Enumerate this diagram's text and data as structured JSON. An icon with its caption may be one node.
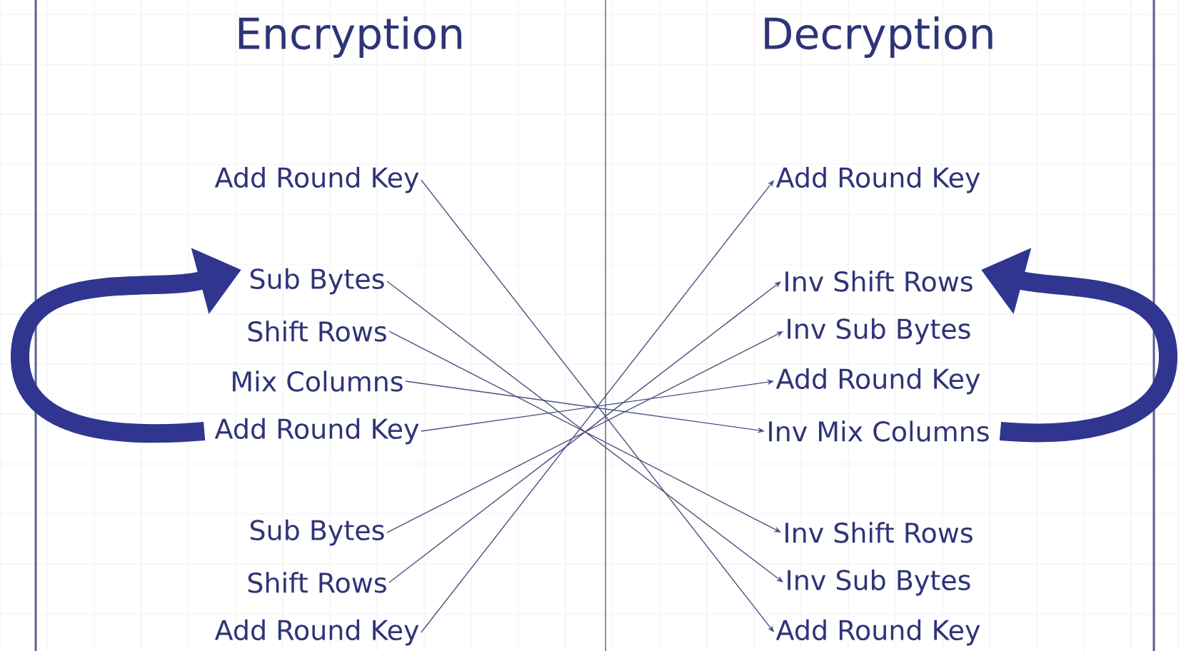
{
  "diagram": {
    "nodes": [
      {
        "text": [
          "Add Round Key"
        ]
      },
      {
        "text": [
          "Sub Bytes"
        ]
      },
      {
        "text": [
          "Shift Rows"
        ]
      },
      {
        "text": [
          "Mix Columns"
        ]
      },
      {
        "text": [
          "Add Round Key"
        ]
      },
      {
        "text": [
          "Sub Bytes"
        ]
      },
      {
        "text": [
          "Shift Rows"
        ]
      },
      {
        "text": [
          "Add Round Key"
        ]
      },
      {
        "text": [
          "Add Round Key"
        ]
      },
      {
        "text": [
          "Inv Shift Rows"
        ]
      },
      {
        "text": [
          "Inv Sub Bytes"
        ]
      },
      {
        "text": [
          "Add Round Key"
        ]
      },
      {
        "text": [
          "Inv Mix Columns"
        ]
      },
      {
        "text": [
          "Inv Shift Rows"
        ]
      },
      {
        "text": [
          "Inv Sub Bytes"
        ]
      },
      {
        "text": [
          "Add Round Key"
        ]
      }
    ],
    "edges": [
      {
        "from": 0,
        "to": 15,
        "arrow": "to"
      },
      {
        "from": 1,
        "to": 14,
        "arrow": "to"
      },
      {
        "from": 2,
        "to": 13,
        "arrow": "to"
      },
      {
        "from": 3,
        "to": 12,
        "arrow": "to"
      },
      {
        "from": 4,
        "to": 11,
        "arrow": "to"
      },
      {
        "from": 5,
        "to": 10,
        "arrow": "to"
      },
      {
        "from": 6,
        "to": 9,
        "arrow": "to"
      },
      {
        "from": 7,
        "to": 8,
        "arrow": "to"
      },
      {
        "from": 4,
        "to": 1,
        "arrow": "to",
        "style": "thick",
        "color": "#30368f"
      },
      {
        "from": 12,
        "to": 9,
        "arrow": "to",
        "style": "thick",
        "color": "#30368f"
      }
    ],
    "labels": [
      "Encryption",
      "Decryption"
    ]
  }
}
